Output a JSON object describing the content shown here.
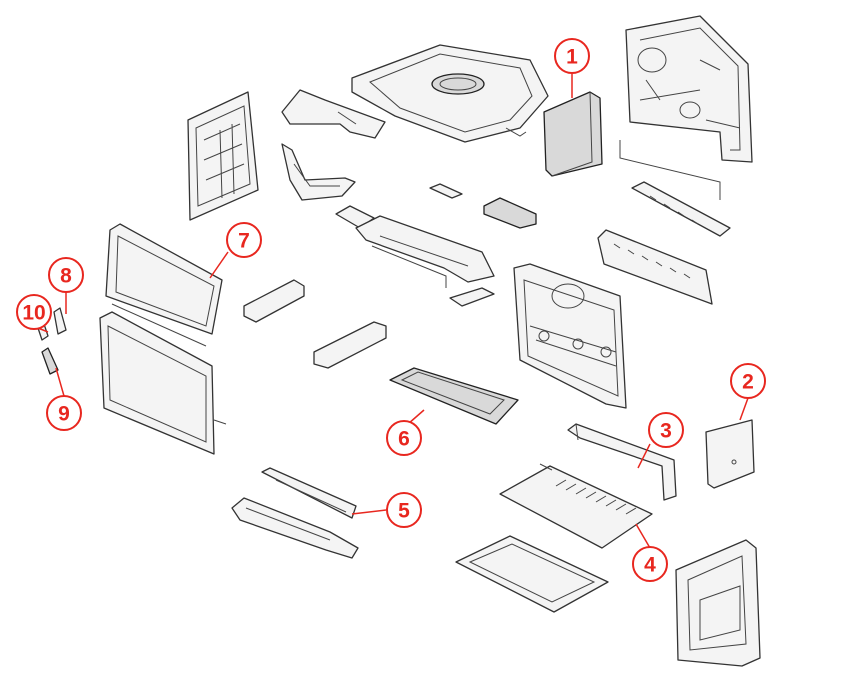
{
  "accent_color": "#e8271f",
  "line_color": "#333333",
  "callouts": [
    {
      "id": "1",
      "label": "1"
    },
    {
      "id": "2",
      "label": "2"
    },
    {
      "id": "3",
      "label": "3"
    },
    {
      "id": "4",
      "label": "4"
    },
    {
      "id": "5",
      "label": "5"
    },
    {
      "id": "6",
      "label": "6"
    },
    {
      "id": "7",
      "label": "7"
    },
    {
      "id": "8",
      "label": "8"
    },
    {
      "id": "9",
      "label": "9"
    },
    {
      "id": "10",
      "label": "10"
    }
  ]
}
